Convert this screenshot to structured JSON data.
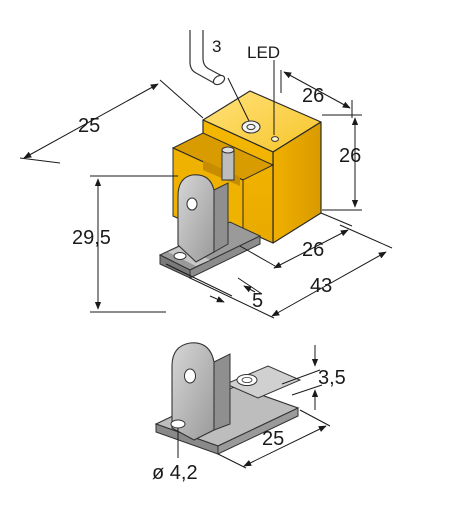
{
  "labels": {
    "cable": "3",
    "led": "LED"
  },
  "dimensions": {
    "width_top_right": "26",
    "length_top_left": "25",
    "height_right": "26",
    "height_left": "29,5",
    "depth_front_a": "26",
    "depth_front_b": "43",
    "offset_bottom": "5",
    "bracket_height": "3,5",
    "bracket_length": "25",
    "hole_diameter": "ø 4,2"
  },
  "colors": {
    "sensor_yellow": "#f6c21a",
    "sensor_yellow_dark": "#e0a400",
    "sensor_yellow_light": "#ffd95a",
    "bracket_grey": "#b8b8b8"
  }
}
